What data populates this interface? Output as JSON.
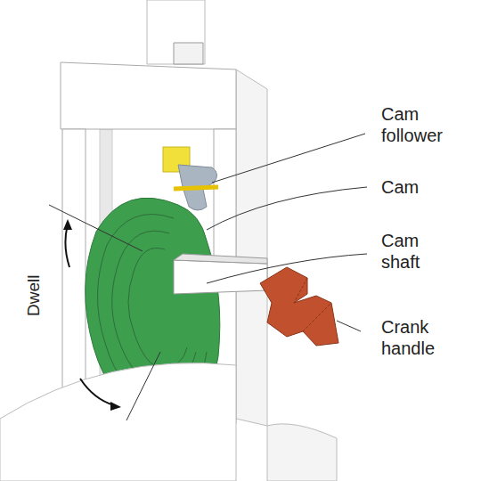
{
  "diagram": {
    "labels": [
      "Cam follower",
      "Cam",
      "Cam shaft",
      "Crank handle",
      "Dwell"
    ]
  }
}
